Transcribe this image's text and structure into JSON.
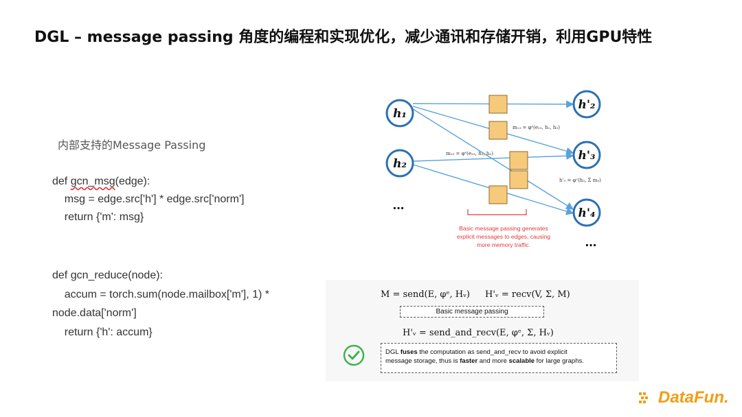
{
  "title": "DGL – message passing 角度的编程和实现优化，减少通讯和存储开销，利用GPU特性",
  "subtitle": "内部支持的Message Passing",
  "code": {
    "line1": "def gcn_msg(edge):",
    "line1_fn": "gcn_msg",
    "line2": "    msg = edge.src['h'] * edge.src['norm']",
    "line3": "    return {'m': msg}",
    "line4": "def gcn_reduce(node):",
    "line5": "    accum = torch.sum(node.mailbox['m'], 1) *",
    "line6": "node.data['norm']",
    "line7": "    return {'h': accum}"
  },
  "diagram": {
    "nodes_left": [
      "h₁",
      "h₂"
    ],
    "nodes_right": [
      "h'₂",
      "h'₃",
      "h'₄"
    ],
    "ellipsis": "...",
    "m13_label": "m₁₃ = φᵉ(e₁₃, h₁, h₃)",
    "m23_label": "m₂₃ = φᵉ(e₂₃, h₂, h₃)",
    "h3_update": "h'₃ = φᵛ(h₃, Σ m₃)",
    "caption_line1": "Basic message passing generates",
    "caption_line2": "explicit messages to edges, causing",
    "caption_line3": "more memory traffic."
  },
  "equations": {
    "eq1": "M = send(E, φᵉ, Hᵥ)",
    "eq2": "H'ᵥ = recv(V, Σ, M)",
    "basic_label": "Basic message passing",
    "eq3": "H'ᵥ = send_and_recv(E, φᵉ, Σ, Hᵥ)",
    "dgl_note": {
      "p1": "DGL ",
      "fuses": "fuses",
      "p2": " the computation as send_and_recv to avoid explicit",
      "p3": "message storage, thus is ",
      "faster": "faster",
      "p4": " and more ",
      "scalable": "scalable",
      "p5": " for large graphs."
    }
  },
  "logo": "DataFun.",
  "colors": {
    "accent": "#f39c12",
    "node_border": "#2c6fb3",
    "edge": "#5aa2d8",
    "message_box": "#f7c97a",
    "caption_red": "#e03a3a",
    "check": "#3fb34f"
  }
}
